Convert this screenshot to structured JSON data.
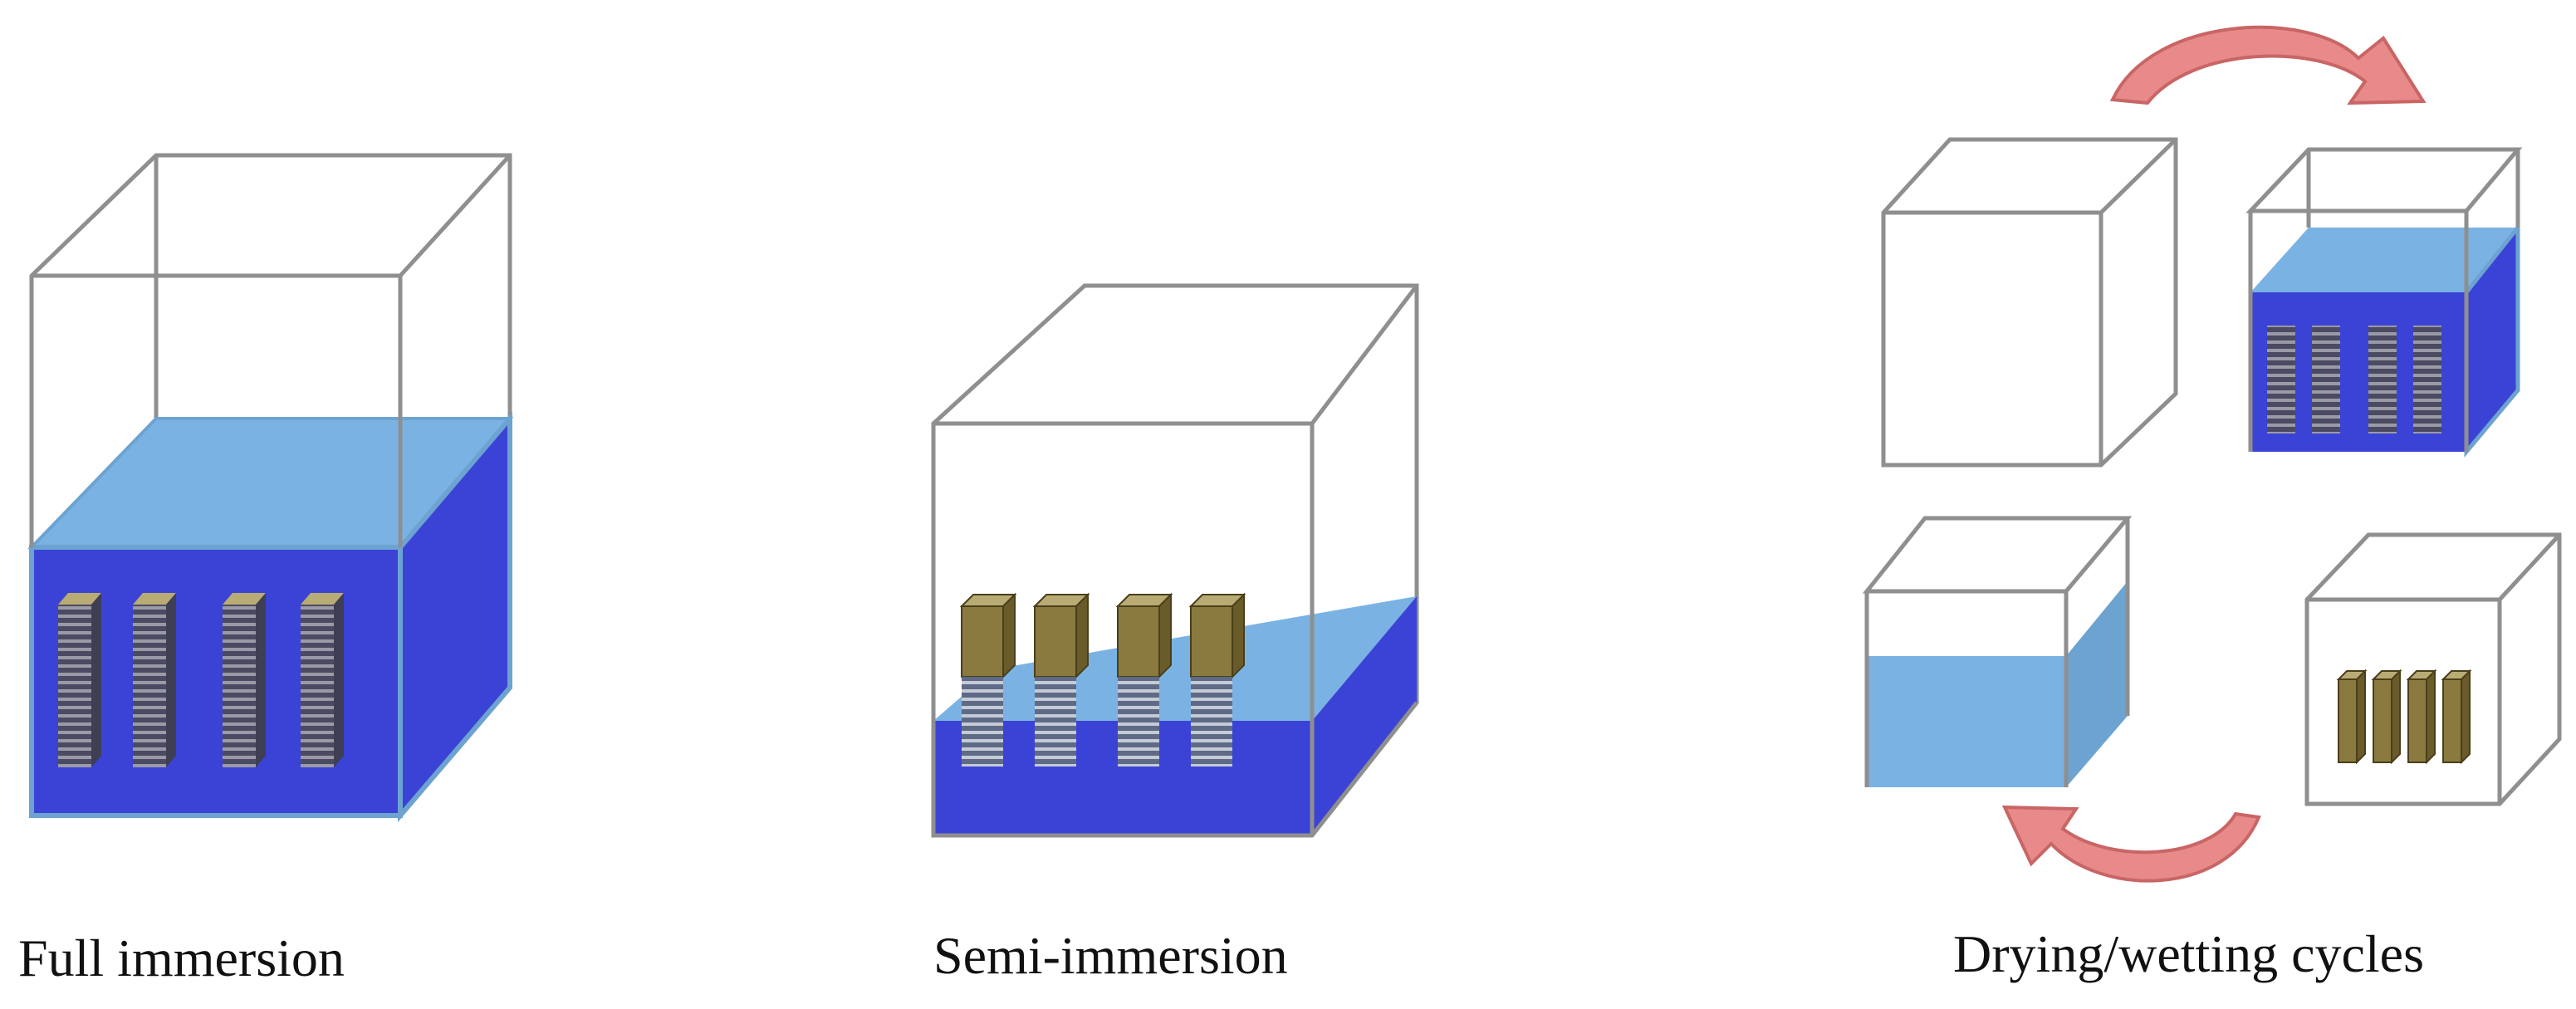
{
  "labels": {
    "full": "Full immersion",
    "semi": "Semi-immersion",
    "cycles": "Drying/wetting cycles"
  },
  "colors": {
    "outline": "#8f8f8f",
    "water_light": "#7ab3e3",
    "water_dark": "#3b43d6",
    "water_side_pale": "#6ca3d0",
    "specimen_face": "#8a7a3f",
    "specimen_side": "#6a5b2a",
    "specimen_top": "#b9ab74",
    "arrow_fill": "#e98a8a",
    "arrow_stroke": "#c96565"
  }
}
